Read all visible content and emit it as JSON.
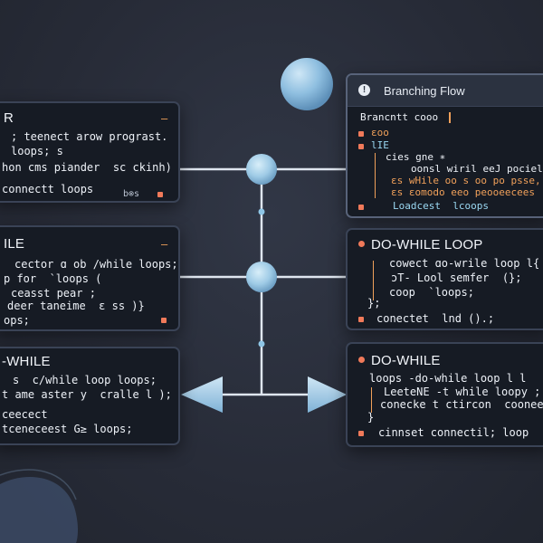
{
  "left_panel_1": {
    "heading": "R",
    "corner": "–",
    "lines": [
      "; teenect arow prograst.",
      "loops; s",
      "hon cms piander  sc ckinh)",
      "connectt loops"
    ],
    "tag": "b⊗s"
  },
  "left_panel_2": {
    "heading": "ILE",
    "corner": "–",
    "lines": [
      "cector ɑ ob /while loops;",
      "p for  `loops (",
      "ceasst pear ;",
      "deer taneime  ɛ ss )}",
      "ops;"
    ]
  },
  "left_panel_3": {
    "heading": "-WHILE",
    "lines": [
      "s  c/while loop loops;",
      "t ame aster y  cralle l );",
      "ceecect",
      "tceneceest G≥ loops;"
    ]
  },
  "branching_panel": {
    "title": "Branching Flow",
    "subtitle": "Brancntt cooo",
    "lines": [
      "ɛoo",
      "lIE",
      "cies gne ∗",
      "oonsl wiril eeJ pociel,",
      "ɛs wHile oo s oo po psse,",
      "ɛs ɛomodo eeo peooeecees",
      "Loadcest  lcoops"
    ]
  },
  "do_while_panel": {
    "heading": "DO-WHILE LOOP",
    "lines": [
      "cowect ɑo-wrile loop l{",
      "ɔT- Lool semfer  (};",
      "coop  `loops;",
      "};",
      "conectet  lnd ().;"
    ]
  },
  "do_while_2_panel": {
    "heading": "DO-WHILE",
    "lines": [
      "loops -do-while loop l l",
      "LeeteNE -t while loopy ;",
      "conecke t ctircon  cooneect",
      "}",
      "cinnset connectil; loop"
    ]
  }
}
